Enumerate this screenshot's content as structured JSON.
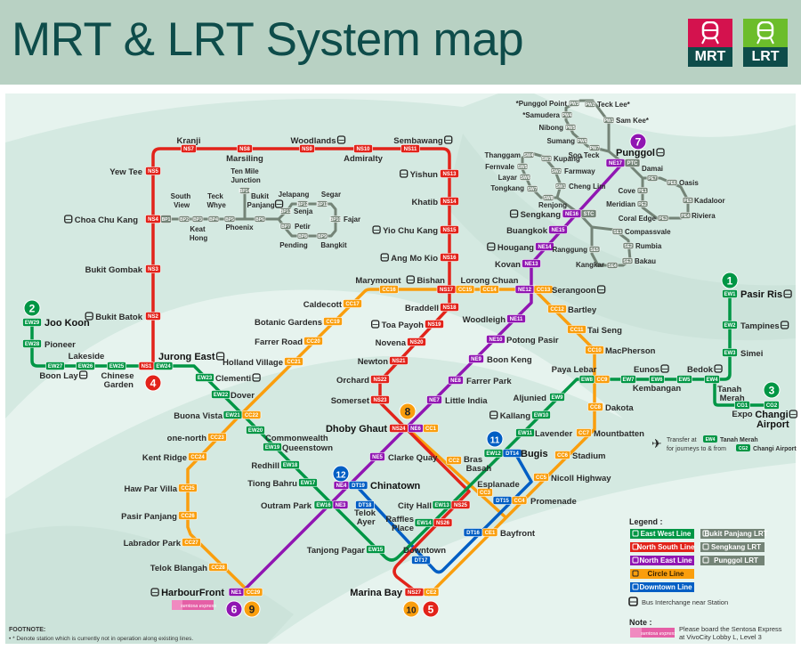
{
  "header": {
    "title": "MRT & LRT System map",
    "mrt_label": "MRT",
    "lrt_label": "LRT"
  },
  "colors": {
    "EW": "#009645",
    "NS": "#e2231a",
    "NE": "#9016b2",
    "CC": "#fa9e0d",
    "DT": "#005ec4",
    "LRT": "#748477",
    "header_bg": "#b8d1c3",
    "map_bg": "#d4e9e1"
  },
  "stations": [
    {
      "name": "Joo Koon",
      "codes": [
        "EW29"
      ],
      "bus": false
    },
    {
      "name": "Pioneer",
      "codes": [
        "EW28"
      ],
      "bus": false
    },
    {
      "name": "Boon Lay",
      "codes": [
        "EW27"
      ],
      "bus": true
    },
    {
      "name": "Lakeside",
      "codes": [
        "EW26"
      ],
      "bus": false
    },
    {
      "name": "Chinese Garden",
      "codes": [
        "EW25"
      ],
      "bus": false
    },
    {
      "name": "Jurong East",
      "codes": [
        "NS1",
        "EW24"
      ],
      "bus": true
    },
    {
      "name": "Clementi",
      "codes": [
        "EW23"
      ],
      "bus": true
    },
    {
      "name": "Dover",
      "codes": [
        "EW22"
      ],
      "bus": false
    },
    {
      "name": "Buona Vista",
      "codes": [
        "EW21",
        "CC22"
      ],
      "bus": false
    },
    {
      "name": "Commonwealth",
      "codes": [
        "EW20"
      ],
      "bus": false
    },
    {
      "name": "Queenstown",
      "codes": [
        "EW19"
      ],
      "bus": false
    },
    {
      "name": "Redhill",
      "codes": [
        "EW18"
      ],
      "bus": false
    },
    {
      "name": "Tiong Bahru",
      "codes": [
        "EW17"
      ],
      "bus": false
    },
    {
      "name": "Outram Park",
      "codes": [
        "EW16",
        "NE3"
      ],
      "bus": false
    },
    {
      "name": "Tanjong Pagar",
      "codes": [
        "EW15"
      ],
      "bus": false
    },
    {
      "name": "Raffles Place",
      "codes": [
        "EW14",
        "NS26"
      ],
      "bus": false
    },
    {
      "name": "City Hall",
      "codes": [
        "EW13",
        "NS25"
      ],
      "bus": false
    },
    {
      "name": "Bugis",
      "codes": [
        "EW12",
        "DT14"
      ],
      "bus": false
    },
    {
      "name": "Lavender",
      "codes": [
        "EW11"
      ],
      "bus": false
    },
    {
      "name": "Kallang",
      "codes": [
        "EW10"
      ],
      "bus": true
    },
    {
      "name": "Aljunied",
      "codes": [
        "EW9"
      ],
      "bus": false
    },
    {
      "name": "Paya Lebar",
      "codes": [
        "EW8",
        "CC9"
      ],
      "bus": false
    },
    {
      "name": "Eunos",
      "codes": [
        "EW7"
      ],
      "bus": true
    },
    {
      "name": "Kembangan",
      "codes": [
        "EW6"
      ],
      "bus": false
    },
    {
      "name": "Bedok",
      "codes": [
        "EW5"
      ],
      "bus": true
    },
    {
      "name": "Tanah Merah",
      "codes": [
        "EW4"
      ],
      "bus": false
    },
    {
      "name": "Simei",
      "codes": [
        "EW3"
      ],
      "bus": false
    },
    {
      "name": "Tampines",
      "codes": [
        "EW2"
      ],
      "bus": true
    },
    {
      "name": "Pasir Ris",
      "codes": [
        "EW1"
      ],
      "bus": true
    },
    {
      "name": "Expo",
      "codes": [
        "CG1"
      ],
      "bus": false
    },
    {
      "name": "Changi Airport",
      "codes": [
        "CG2"
      ],
      "bus": true
    },
    {
      "name": "Bukit Batok",
      "codes": [
        "NS2"
      ],
      "bus": true
    },
    {
      "name": "Bukit Gombak",
      "codes": [
        "NS3"
      ],
      "bus": false
    },
    {
      "name": "Choa Chu Kang",
      "codes": [
        "NS4",
        "BP1"
      ],
      "bus": true
    },
    {
      "name": "Yew Tee",
      "codes": [
        "NS5"
      ],
      "bus": false
    },
    {
      "name": "Kranji",
      "codes": [
        "NS7"
      ],
      "bus": false
    },
    {
      "name": "Marsiling",
      "codes": [
        "NS8"
      ],
      "bus": false
    },
    {
      "name": "Woodlands",
      "codes": [
        "NS9"
      ],
      "bus": true
    },
    {
      "name": "Admiralty",
      "codes": [
        "NS10"
      ],
      "bus": false
    },
    {
      "name": "Sembawang",
      "codes": [
        "NS11"
      ],
      "bus": true
    },
    {
      "name": "Yishun",
      "codes": [
        "NS13"
      ],
      "bus": true
    },
    {
      "name": "Khatib",
      "codes": [
        "NS14"
      ],
      "bus": false
    },
    {
      "name": "Yio Chu Kang",
      "codes": [
        "NS15"
      ],
      "bus": true
    },
    {
      "name": "Ang Mo Kio",
      "codes": [
        "NS16"
      ],
      "bus": true
    },
    {
      "name": "Bishan",
      "codes": [
        "NS17",
        "CC15"
      ],
      "bus": true
    },
    {
      "name": "Braddell",
      "codes": [
        "NS18"
      ],
      "bus": false
    },
    {
      "name": "Toa Payoh",
      "codes": [
        "NS19"
      ],
      "bus": true
    },
    {
      "name": "Novena",
      "codes": [
        "NS20"
      ],
      "bus": false
    },
    {
      "name": "Newton",
      "codes": [
        "NS21"
      ],
      "bus": false
    },
    {
      "name": "Orchard",
      "codes": [
        "NS22"
      ],
      "bus": false
    },
    {
      "name": "Somerset",
      "codes": [
        "NS23"
      ],
      "bus": false
    },
    {
      "name": "Dhoby Ghaut",
      "codes": [
        "NS24",
        "NE6",
        "CC1"
      ],
      "bus": false
    },
    {
      "name": "Marina Bay",
      "codes": [
        "NS27",
        "CE2"
      ],
      "bus": false
    },
    {
      "name": "HarbourFront",
      "codes": [
        "NE1",
        "CC29"
      ],
      "bus": true
    },
    {
      "name": "Chinatown",
      "codes": [
        "NE4",
        "DT19"
      ],
      "bus": false
    },
    {
      "name": "Clarke Quay",
      "codes": [
        "NE5"
      ],
      "bus": false
    },
    {
      "name": "Little India",
      "codes": [
        "NE7"
      ],
      "bus": false
    },
    {
      "name": "Farrer Park",
      "codes": [
        "NE8"
      ],
      "bus": false
    },
    {
      "name": "Boon Keng",
      "codes": [
        "NE9"
      ],
      "bus": false
    },
    {
      "name": "Potong Pasir",
      "codes": [
        "NE10"
      ],
      "bus": false
    },
    {
      "name": "Woodleigh",
      "codes": [
        "NE11"
      ],
      "bus": false
    },
    {
      "name": "Serangoon",
      "codes": [
        "NE12",
        "CC13"
      ],
      "bus": true
    },
    {
      "name": "Kovan",
      "codes": [
        "NE13"
      ],
      "bus": false
    },
    {
      "name": "Hougang",
      "codes": [
        "NE14"
      ],
      "bus": true
    },
    {
      "name": "Buangkok",
      "codes": [
        "NE15"
      ],
      "bus": false
    },
    {
      "name": "Sengkang",
      "codes": [
        "NE16",
        "STC"
      ],
      "bus": true
    },
    {
      "name": "Punggol",
      "codes": [
        "NE17",
        "PTC"
      ],
      "bus": true
    },
    {
      "name": "Bras Basah",
      "codes": [
        "CC2"
      ],
      "bus": false
    },
    {
      "name": "Esplanade",
      "codes": [
        "CC3"
      ],
      "bus": false
    },
    {
      "name": "Promenade",
      "codes": [
        "DT15",
        "CC4"
      ],
      "bus": false
    },
    {
      "name": "Nicoll Highway",
      "codes": [
        "CC5"
      ],
      "bus": false
    },
    {
      "name": "Stadium",
      "codes": [
        "CC6"
      ],
      "bus": false
    },
    {
      "name": "Mountbatten",
      "codes": [
        "CC7"
      ],
      "bus": false
    },
    {
      "name": "Dakota",
      "codes": [
        "CC8"
      ],
      "bus": false
    },
    {
      "name": "MacPherson",
      "codes": [
        "CC10"
      ],
      "bus": false
    },
    {
      "name": "Tai Seng",
      "codes": [
        "CC11"
      ],
      "bus": false
    },
    {
      "name": "Bartley",
      "codes": [
        "CC12"
      ],
      "bus": false
    },
    {
      "name": "Lorong Chuan",
      "codes": [
        "CC14"
      ],
      "bus": false
    },
    {
      "name": "Marymount",
      "codes": [
        "CC16"
      ],
      "bus": false
    },
    {
      "name": "Caldecott",
      "codes": [
        "CC17"
      ],
      "bus": false
    },
    {
      "name": "Botanic Gardens",
      "codes": [
        "CC19"
      ],
      "bus": false
    },
    {
      "name": "Farrer Road",
      "codes": [
        "CC20"
      ],
      "bus": false
    },
    {
      "name": "Holland Village",
      "codes": [
        "CC21"
      ],
      "bus": false
    },
    {
      "name": "one-north",
      "codes": [
        "CC23"
      ],
      "bus": false
    },
    {
      "name": "Kent Ridge",
      "codes": [
        "CC24"
      ],
      "bus": false
    },
    {
      "name": "Haw Par Villa",
      "codes": [
        "CC25"
      ],
      "bus": false
    },
    {
      "name": "Pasir Panjang",
      "codes": [
        "CC26"
      ],
      "bus": false
    },
    {
      "name": "Labrador Park",
      "codes": [
        "CC27"
      ],
      "bus": false
    },
    {
      "name": "Telok Blangah",
      "codes": [
        "CC28"
      ],
      "bus": false
    },
    {
      "name": "Bayfront",
      "codes": [
        "DT16",
        "CE1"
      ],
      "bus": false
    },
    {
      "name": "Telok Ayer",
      "codes": [
        "DT18"
      ],
      "bus": false
    },
    {
      "name": "Downtown",
      "codes": [
        "DT17"
      ],
      "bus": false
    },
    {
      "name": "South View",
      "codes": [
        "BP2"
      ],
      "bus": false
    },
    {
      "name": "Keat Hong",
      "codes": [
        "BP3"
      ],
      "bus": false
    },
    {
      "name": "Teck Whye",
      "codes": [
        "BP4"
      ],
      "bus": false
    },
    {
      "name": "Phoenix",
      "codes": [
        "BP5"
      ],
      "bus": false
    },
    {
      "name": "Bukit Panjang",
      "codes": [
        "BP6"
      ],
      "bus": true
    },
    {
      "name": "Petir",
      "codes": [
        "BP7"
      ],
      "bus": false
    },
    {
      "name": "Pending",
      "codes": [
        "BP8"
      ],
      "bus": false
    },
    {
      "name": "Bangkit",
      "codes": [
        "BP9"
      ],
      "bus": false
    },
    {
      "name": "Fajar",
      "codes": [
        "BP10"
      ],
      "bus": false
    },
    {
      "name": "Segar",
      "codes": [
        "BP11"
      ],
      "bus": false
    },
    {
      "name": "Jelapang",
      "codes": [
        "BP12"
      ],
      "bus": false
    },
    {
      "name": "Senja",
      "codes": [
        "BP13"
      ],
      "bus": false
    },
    {
      "name": "Ten Mile Junction",
      "codes": [
        "BP14"
      ],
      "bus": false
    },
    {
      "name": "Cheng Lim",
      "codes": [
        "SW1"
      ],
      "bus": false
    },
    {
      "name": "Farmway",
      "codes": [
        "SW2"
      ],
      "bus": false
    },
    {
      "name": "Kupang*",
      "codes": [
        "SW3"
      ],
      "bus": false
    },
    {
      "name": "Thanggam",
      "codes": [
        "SW4"
      ],
      "bus": false
    },
    {
      "name": "Fernvale",
      "codes": [
        "SW5"
      ],
      "bus": false
    },
    {
      "name": "Layar",
      "codes": [
        "SW6"
      ],
      "bus": false
    },
    {
      "name": "Tongkang",
      "codes": [
        "SW7"
      ],
      "bus": false
    },
    {
      "name": "Renjong",
      "codes": [
        "SW8"
      ],
      "bus": false
    },
    {
      "name": "Compassvale",
      "codes": [
        "SE1"
      ],
      "bus": false
    },
    {
      "name": "Rumbia",
      "codes": [
        "SE2"
      ],
      "bus": false
    },
    {
      "name": "Bakau",
      "codes": [
        "SE3"
      ],
      "bus": false
    },
    {
      "name": "Kangkar",
      "codes": [
        "SE4"
      ],
      "bus": false
    },
    {
      "name": "Ranggung",
      "codes": [
        "SE5"
      ],
      "bus": false
    },
    {
      "name": "Sam Kee*",
      "codes": [
        "PW1"
      ],
      "bus": false
    },
    {
      "name": "Teck Lee*",
      "codes": [
        "PW2"
      ],
      "bus": false
    },
    {
      "name": "*Punggol Point",
      "codes": [
        "PW3"
      ],
      "bus": false
    },
    {
      "name": "*Samudera",
      "codes": [
        "PW4"
      ],
      "bus": false
    },
    {
      "name": "Nibong",
      "codes": [
        "PW5"
      ],
      "bus": false
    },
    {
      "name": "Sumang",
      "codes": [
        "PW6"
      ],
      "bus": false
    },
    {
      "name": "Soo Teck",
      "codes": [
        "PW7"
      ],
      "bus": false
    },
    {
      "name": "Cove",
      "codes": [
        "PE1"
      ],
      "bus": false
    },
    {
      "name": "Meridian",
      "codes": [
        "PE2"
      ],
      "bus": false
    },
    {
      "name": "Coral Edge",
      "codes": [
        "PE3"
      ],
      "bus": false
    },
    {
      "name": "Riviera",
      "codes": [
        "PE4"
      ],
      "bus": false
    },
    {
      "name": "Kadaloor",
      "codes": [
        "PE5"
      ],
      "bus": false
    },
    {
      "name": "Oasis",
      "codes": [
        "PE6"
      ],
      "bus": false
    },
    {
      "name": "Damai",
      "codes": [
        "PE7"
      ],
      "bus": false
    }
  ],
  "line_numbers": [
    {
      "number": "1",
      "line": "EW"
    },
    {
      "number": "2",
      "line": "EW"
    },
    {
      "number": "3",
      "line": "EW"
    },
    {
      "number": "4",
      "line": "NS"
    },
    {
      "number": "5",
      "line": "NS"
    },
    {
      "number": "6",
      "line": "NE"
    },
    {
      "number": "7",
      "line": "NE"
    },
    {
      "number": "8",
      "line": "CC"
    },
    {
      "number": "9",
      "line": "CC"
    },
    {
      "number": "10",
      "line": "CC"
    },
    {
      "number": "11",
      "line": "DT"
    },
    {
      "number": "12",
      "line": "DT"
    }
  ],
  "legend": {
    "title": "Legend :",
    "lines": [
      {
        "label": "East West Line",
        "line": "EW"
      },
      {
        "label": "North South Line",
        "line": "NS"
      },
      {
        "label": "North East Line",
        "line": "NE"
      },
      {
        "label": "Circle Line",
        "line": "CC"
      },
      {
        "label": "Downtown Line",
        "line": "DT"
      }
    ],
    "lrt": [
      {
        "label": "Bukit Panjang LRT"
      },
      {
        "label": "Sengkang LRT"
      },
      {
        "label": "Punggol LRT"
      }
    ],
    "bus_label": "Bus Interchange near Station"
  },
  "transfer_note": {
    "line1_prefix": "Transfer at",
    "line1_code": "EW4",
    "line1_station": "Tanah Merah",
    "line2_prefix": "for journeys to & from",
    "line2_code": "CG2",
    "line2_station": "Changi Airport"
  },
  "note": {
    "title": "Note :",
    "sentosa_logo": "sentosa express",
    "line1": "Please board the Sentosa Express",
    "line2": "at VivoCity Lobby L, Level 3"
  },
  "footnote": {
    "title": "FOOTNOTE:",
    "text": "•  *  Denote station which is currently not in operation along existing lines."
  }
}
